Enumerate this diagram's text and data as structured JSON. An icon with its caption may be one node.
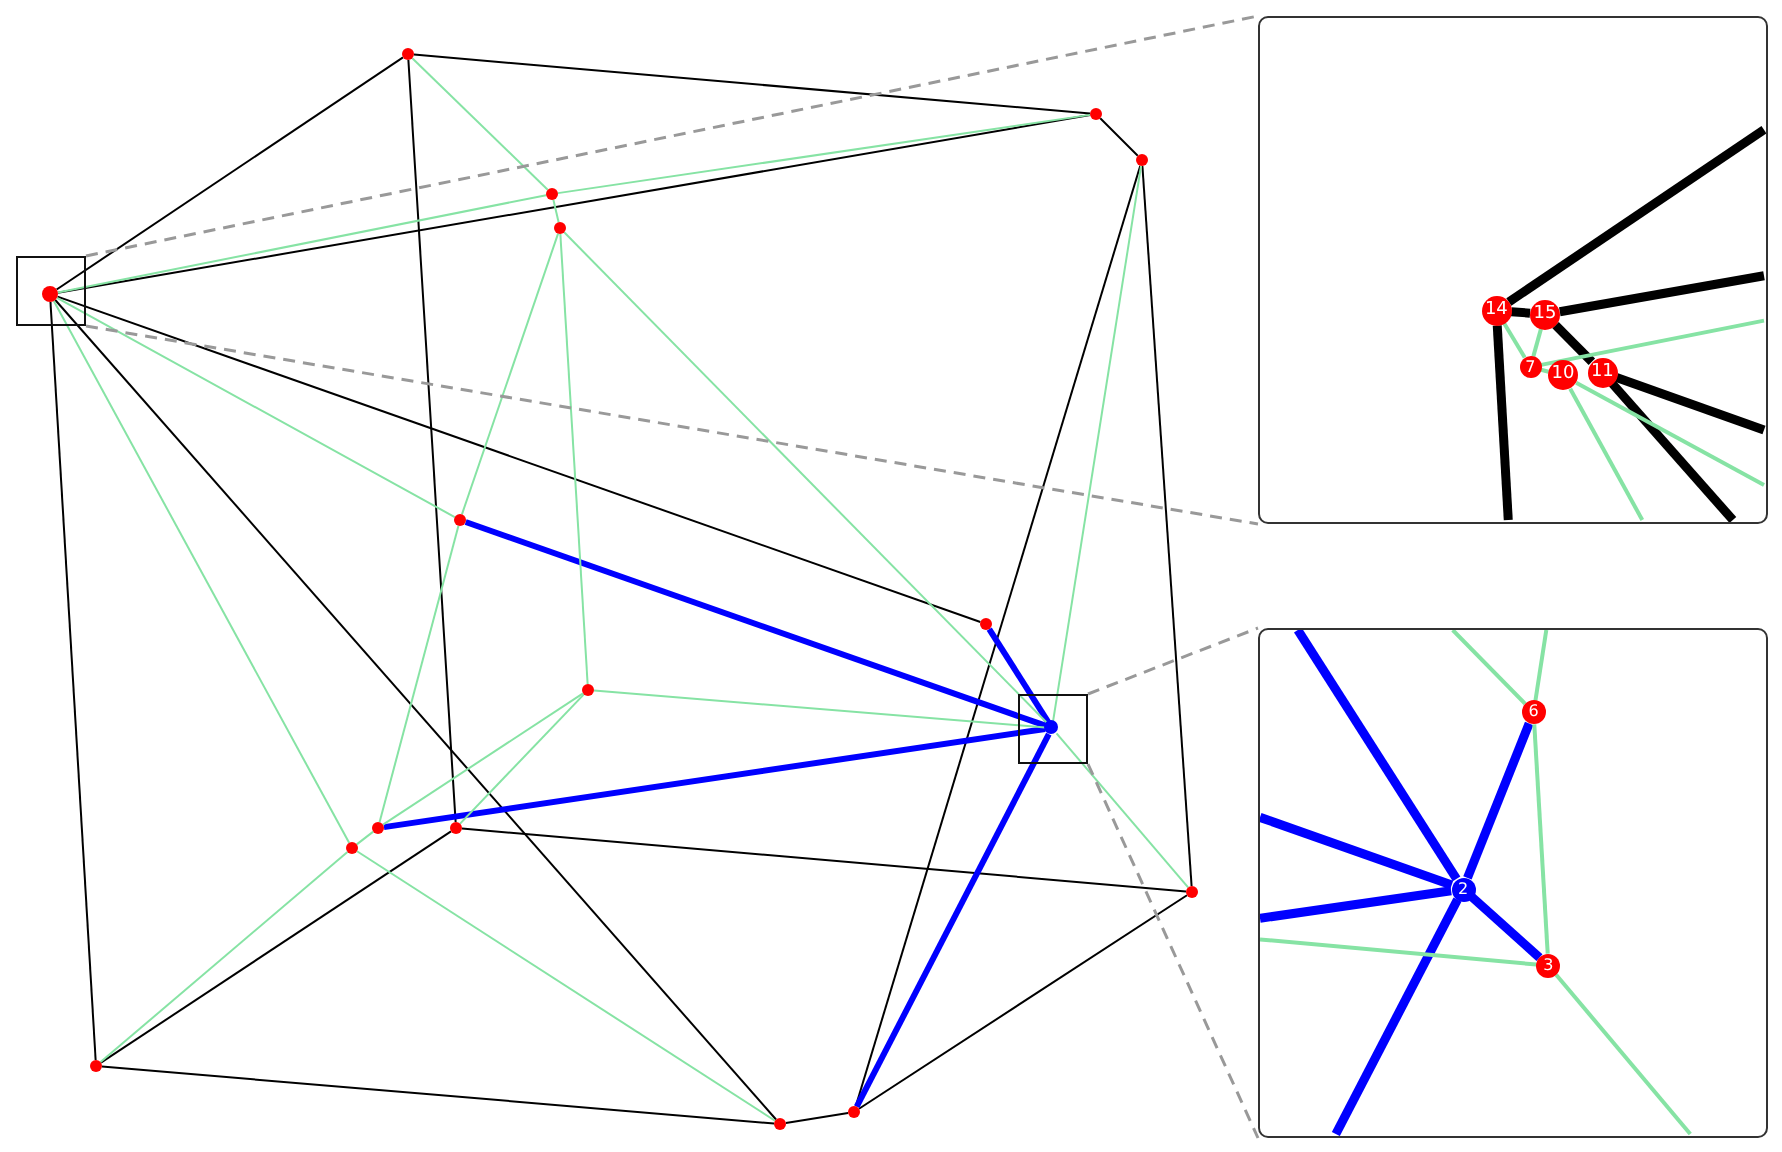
{
  "diagram": {
    "nodes": [
      {
        "text": [],
        "shape": "circle"
      },
      {
        "text": [],
        "shape": "circle"
      },
      {
        "text": [],
        "shape": "circle"
      },
      {
        "text": [],
        "shape": "circle"
      },
      {
        "text": [],
        "shape": "circle"
      },
      {
        "text": [],
        "shape": "box"
      },
      {
        "text": [],
        "shape": "circle",
        "in": 5
      },
      {
        "text": [],
        "shape": "circle"
      },
      {
        "text": [],
        "shape": "circle"
      },
      {
        "text": [],
        "shape": "circle"
      },
      {
        "text": [],
        "shape": "box"
      },
      {
        "text": [],
        "shape": "circle",
        "in": 10
      },
      {
        "text": [],
        "shape": "circle"
      },
      {
        "text": [],
        "shape": "circle"
      },
      {
        "text": [],
        "shape": "circle"
      },
      {
        "text": [],
        "shape": "circle"
      },
      {
        "text": [],
        "shape": "circle"
      },
      {
        "text": [],
        "shape": "circle"
      },
      {
        "text": [],
        "shape": "circle"
      },
      {
        "text": [],
        "shape": "box"
      },
      {
        "text": [
          "14"
        ],
        "in": 19
      },
      {
        "text": [
          "15"
        ],
        "in": 19
      },
      {
        "text": [
          "7"
        ],
        "in": 19
      },
      {
        "text": [
          "10"
        ],
        "in": 19
      },
      {
        "text": [
          "11"
        ],
        "in": 19
      },
      {
        "text": [],
        "shape": "box"
      },
      {
        "text": [
          "6"
        ],
        "in": 25
      },
      {
        "text": [
          "2"
        ],
        "in": 25
      },
      {
        "text": [
          "3"
        ],
        "in": 25
      }
    ],
    "edges": [
      {
        "from": 6,
        "to": 0,
        "arrow": "none",
        "color": "#000000"
      },
      {
        "from": 0,
        "to": 1,
        "arrow": "none",
        "color": "#000000"
      },
      {
        "from": 1,
        "to": 2,
        "arrow": "none",
        "color": "#000000"
      },
      {
        "from": 6,
        "to": 1,
        "arrow": "none",
        "color": "#000000"
      },
      {
        "from": 0,
        "to": 13,
        "arrow": "none",
        "color": "#000000"
      },
      {
        "from": 6,
        "to": 8,
        "arrow": "none",
        "color": "#000000"
      },
      {
        "from": 6,
        "to": 18,
        "arrow": "none",
        "color": "#000000"
      },
      {
        "from": 6,
        "to": 16,
        "arrow": "none",
        "color": "#000000"
      },
      {
        "from": 16,
        "to": 13,
        "arrow": "none",
        "color": "#000000"
      },
      {
        "from": 16,
        "to": 18,
        "arrow": "none",
        "color": "#000000"
      },
      {
        "from": 13,
        "to": 15,
        "arrow": "none",
        "color": "#000000"
      },
      {
        "from": 18,
        "to": 17,
        "arrow": "none",
        "color": "#000000"
      },
      {
        "from": 17,
        "to": 15,
        "arrow": "none",
        "color": "#000000"
      },
      {
        "from": 17,
        "to": 2,
        "arrow": "none",
        "color": "#000000"
      },
      {
        "from": 2,
        "to": 15,
        "arrow": "none",
        "color": "#000000"
      },
      {
        "from": 7,
        "to": 11,
        "arrow": "none",
        "color": "#0000ff",
        "style": "thick"
      },
      {
        "from": 12,
        "to": 11,
        "arrow": "none",
        "color": "#0000ff",
        "style": "thick"
      },
      {
        "from": 8,
        "to": 11,
        "arrow": "none",
        "color": "#0000ff",
        "style": "thick"
      },
      {
        "from": 17,
        "to": 11,
        "arrow": "none",
        "color": "#0000ff",
        "style": "thick"
      },
      {
        "from": 0,
        "to": 3,
        "arrow": "none"
      },
      {
        "from": 6,
        "to": 3,
        "arrow": "none"
      },
      {
        "from": 3,
        "to": 1,
        "arrow": "none"
      },
      {
        "from": 3,
        "to": 4,
        "arrow": "none"
      },
      {
        "from": 4,
        "to": 7,
        "arrow": "none"
      },
      {
        "from": 4,
        "to": 9,
        "arrow": "none"
      },
      {
        "from": 4,
        "to": 11,
        "arrow": "none"
      },
      {
        "from": 6,
        "to": 7,
        "arrow": "none"
      },
      {
        "from": 6,
        "to": 14,
        "arrow": "none"
      },
      {
        "from": 7,
        "to": 12,
        "arrow": "none"
      },
      {
        "from": 12,
        "to": 9,
        "arrow": "none"
      },
      {
        "from": 13,
        "to": 9,
        "arrow": "none"
      },
      {
        "from": 14,
        "to": 12,
        "arrow": "none"
      },
      {
        "from": 16,
        "to": 14,
        "arrow": "none"
      },
      {
        "from": 14,
        "to": 18,
        "arrow": "none"
      },
      {
        "from": 9,
        "to": 11,
        "arrow": "none"
      },
      {
        "from": 11,
        "to": 2,
        "arrow": "none"
      },
      {
        "from": 11,
        "to": 15,
        "arrow": "none"
      },
      {
        "from": 5,
        "to": 19,
        "arrow": "none",
        "style": "dashed",
        "color": "#999999"
      },
      {
        "from": 5,
        "to": 19,
        "arrow": "none",
        "style": "dashed",
        "color": "#999999"
      },
      {
        "from": 10,
        "to": 25,
        "arrow": "none",
        "style": "dashed",
        "color": "#999999"
      },
      {
        "from": 10,
        "to": 25,
        "arrow": "none",
        "style": "dashed",
        "color": "#999999"
      },
      {
        "from": 20,
        "to": 21,
        "arrow": "none",
        "color": "#000000",
        "style": "thick"
      },
      {
        "from": 21,
        "to": 24,
        "arrow": "none",
        "color": "#000000",
        "style": "thick"
      },
      {
        "from": 20,
        "to": null,
        "arrow": "none",
        "color": "#000000",
        "style": "thick"
      },
      {
        "from": 21,
        "to": null,
        "arrow": "none",
        "color": "#000000",
        "style": "thick"
      },
      {
        "from": 24,
        "to": null,
        "arrow": "none",
        "color": "#000000",
        "style": "thick"
      },
      {
        "from": 24,
        "to": null,
        "arrow": "none",
        "color": "#000000",
        "style": "thick"
      },
      {
        "from": 20,
        "to": null,
        "arrow": "none",
        "color": "#000000",
        "style": "thick"
      },
      {
        "from": 20,
        "to": 22,
        "arrow": "none"
      },
      {
        "from": 21,
        "to": 22,
        "arrow": "none"
      },
      {
        "from": 22,
        "to": 23,
        "arrow": "none"
      },
      {
        "from": 22,
        "to": null,
        "arrow": "none"
      },
      {
        "from": 23,
        "to": null,
        "arrow": "none"
      },
      {
        "from": 23,
        "to": null,
        "arrow": "none"
      },
      {
        "from": 27,
        "to": 26,
        "arrow": "none",
        "color": "#0000ff",
        "style": "thick"
      },
      {
        "from": 27,
        "to": 28,
        "arrow": "none",
        "color": "#0000ff",
        "style": "thick"
      },
      {
        "from": 27,
        "to": null,
        "arrow": "none",
        "color": "#0000ff",
        "style": "thick"
      },
      {
        "from": 27,
        "to": null,
        "arrow": "none",
        "color": "#0000ff",
        "style": "thick"
      },
      {
        "from": 27,
        "to": null,
        "arrow": "none",
        "color": "#0000ff",
        "style": "thick"
      },
      {
        "from": 27,
        "to": null,
        "arrow": "none",
        "color": "#0000ff",
        "style": "thick"
      },
      {
        "from": 26,
        "to": 28,
        "arrow": "none"
      },
      {
        "from": 26,
        "to": null,
        "arrow": "none"
      },
      {
        "from": 26,
        "to": null,
        "arrow": "none"
      },
      {
        "from": 28,
        "to": null,
        "arrow": "none"
      },
      {
        "from": 28,
        "to": null,
        "arrow": "none"
      }
    ]
  }
}
